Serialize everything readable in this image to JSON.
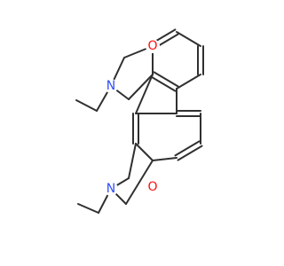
{
  "colors": {
    "bond": "#303030",
    "oxygen": "#ff0d0d",
    "nitrogen": "#3050f8",
    "background": "#ffffff"
  },
  "atoms": {
    "oxygen_top": "O",
    "nitrogen_top": "N",
    "oxygen_bottom": "O",
    "nitrogen_bottom": "N"
  }
}
